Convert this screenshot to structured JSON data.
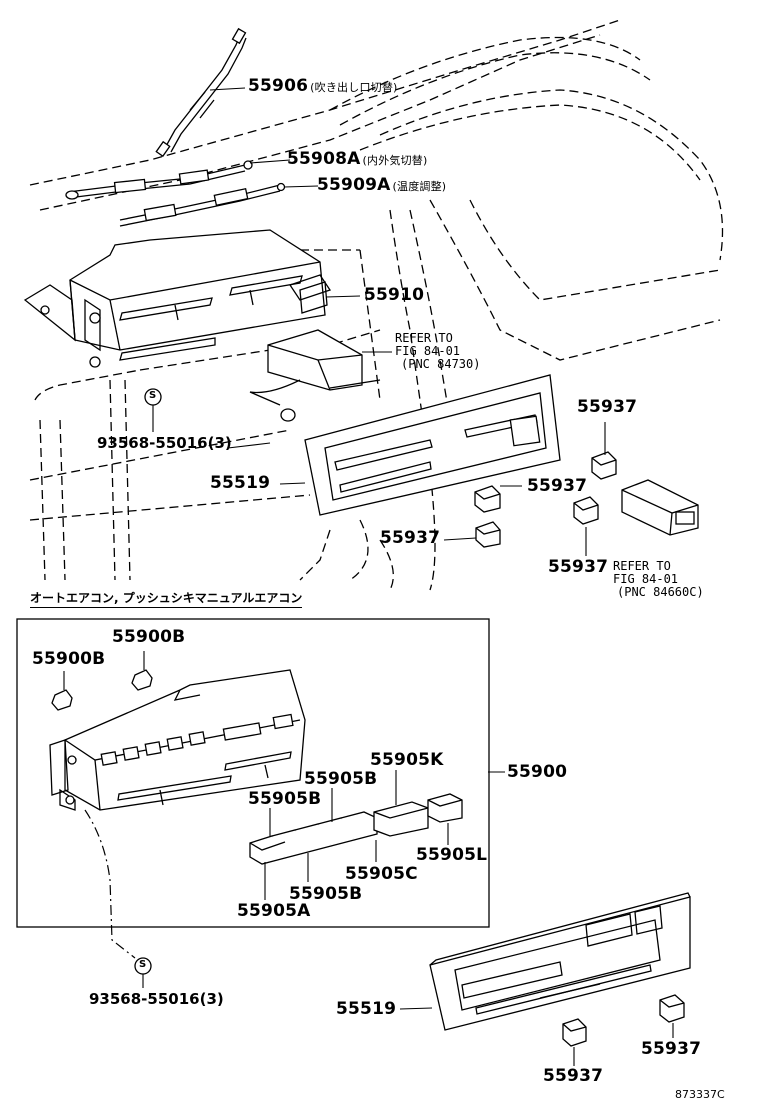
{
  "labels": {
    "p55906": "55906",
    "p55906_jp": "(吹き出し口切替)",
    "p55908a": "55908A",
    "p55908a_jp": "(内外気切替)",
    "p55909a": "55909A",
    "p55909a_jp": "(温度調整)",
    "p55910": "55910",
    "refer1_l1": "REFER TO",
    "refer1_l2": "FIG 84-01",
    "refer1_l3": "(PNC 84730)",
    "bolt_top": "93568-55016(3)",
    "p55519_top": "55519",
    "p55937_a": "55937",
    "p55937_b": "55937",
    "p55937_c": "55937",
    "p55937_d": "55937",
    "refer2_l1": "REFER TO",
    "refer2_l2": "FIG 84-01",
    "refer2_l3": "(PNC 84660C)",
    "section": "オートエアコン, プッシュシキマニュアルエアコン",
    "p55900b_left": "55900B",
    "p55900b_right": "55900B",
    "p55900": "55900",
    "p55905k": "55905K",
    "p55905b_1": "55905B",
    "p55905b_2": "55905B",
    "p55905l": "55905L",
    "p55905c": "55905C",
    "p55905b_3": "55905B",
    "p55905a": "55905A",
    "bolt_bottom": "93568-55016(3)",
    "p55519_bottom": "55519",
    "p55937_e": "55937",
    "p55937_f": "55937",
    "s_mark": "S",
    "code": "873337C"
  }
}
